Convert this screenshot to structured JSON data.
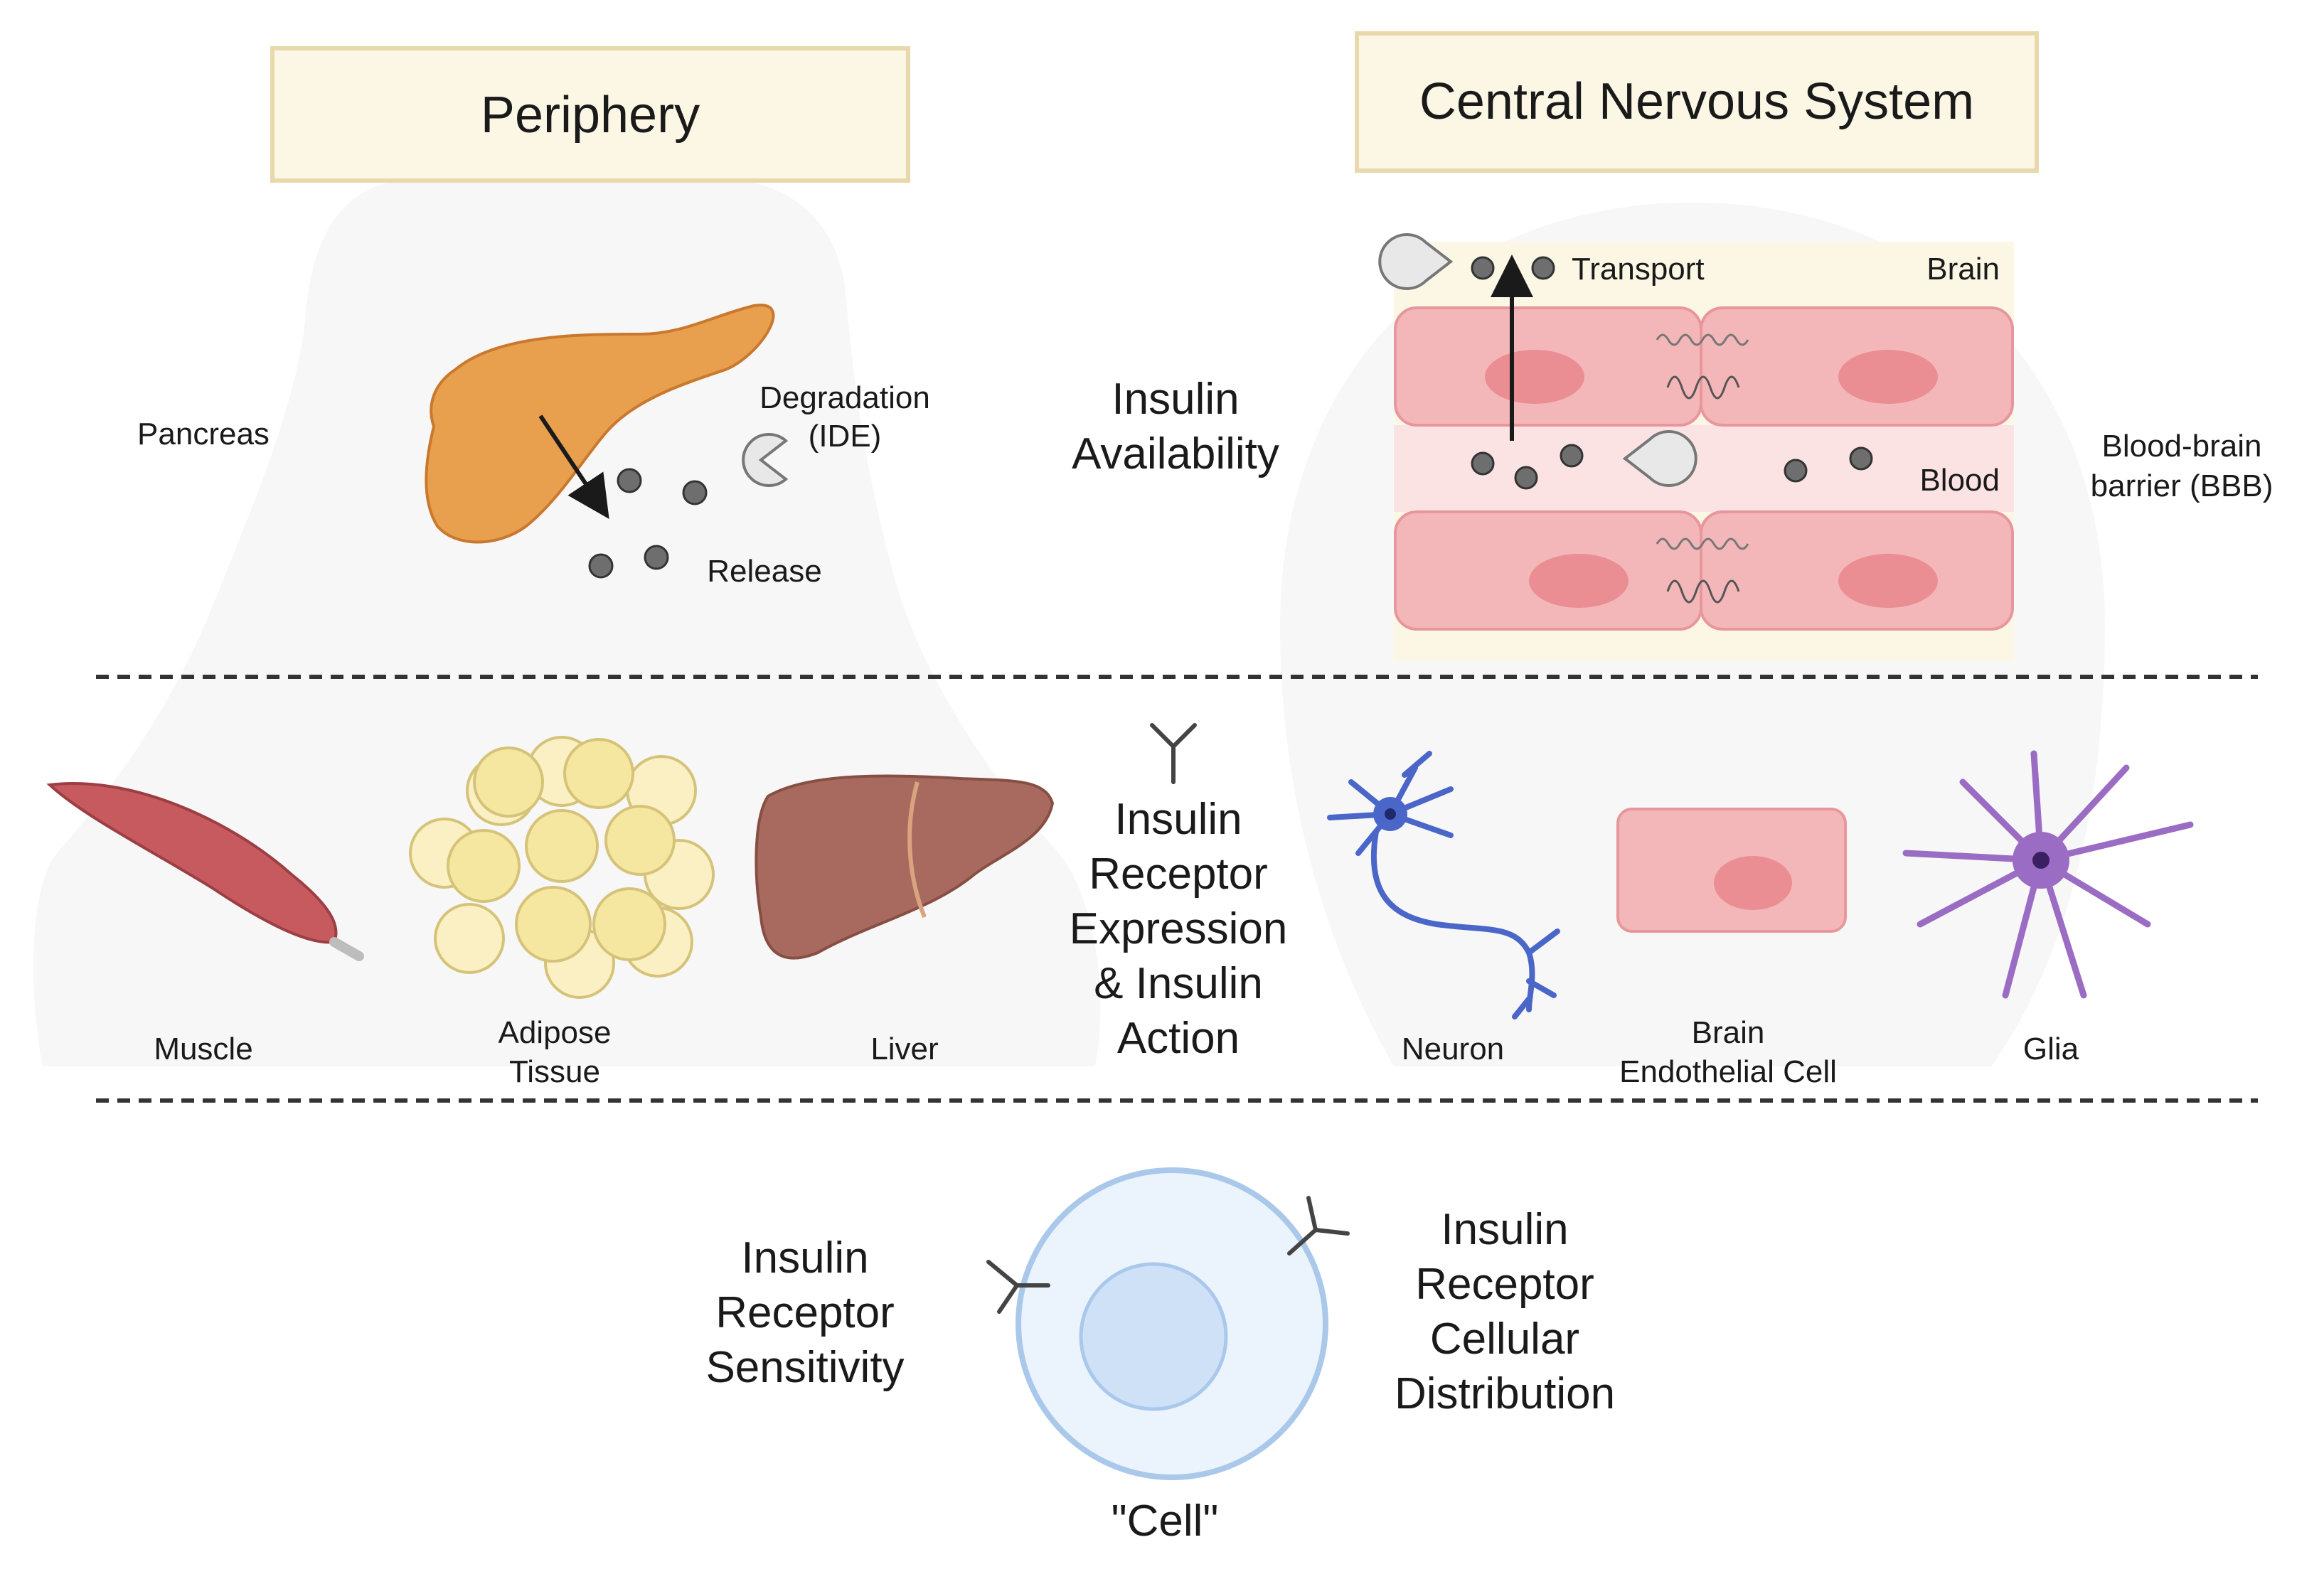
{
  "headers": {
    "periphery": "Periphery",
    "cns": "Central Nervous System"
  },
  "periphery": {
    "pancreas": "Pancreas",
    "degradation_line1": "Degradation",
    "degradation_line2": "(IDE)",
    "release": "Release"
  },
  "cns": {
    "transport": "Transport",
    "brain": "Brain",
    "blood": "Blood",
    "bbb_line1": "Blood-brain",
    "bbb_line2": "barrier (BBB)"
  },
  "center": {
    "availability_line1": "Insulin",
    "availability_line2": "Availability",
    "expression_line1": "Insulin",
    "expression_line2": "Receptor",
    "expression_line3": "Expression",
    "expression_line4": "& Insulin",
    "expression_line5": "Action"
  },
  "tissues": {
    "muscle": "Muscle",
    "adipose_line1": "Adipose",
    "adipose_line2": "Tissue",
    "liver": "Liver",
    "neuron": "Neuron",
    "endothelial_line1": "Brain",
    "endothelial_line2": "Endothelial Cell",
    "glia": "Glia"
  },
  "cell": {
    "sensitivity_line1": "Insulin",
    "sensitivity_line2": "Receptor",
    "sensitivity_line3": "Sensitivity",
    "distribution_line1": "Insulin",
    "distribution_line2": "Receptor",
    "distribution_line3": "Cellular",
    "distribution_line4": "Distribution",
    "cell_label": "\"Cell\""
  },
  "colors": {
    "header_fill": "#fbf7e4",
    "header_border": "#e8d9ac",
    "pancreas": "#e8a04e",
    "endothelial": "#f4b7b9",
    "nucleus": "#ea8e93",
    "muscle": "#c65a5e",
    "adipose": "#f6e7a0",
    "liver": "#a86a5e",
    "neuron": "#4a66c8",
    "glia": "#9a6cc4",
    "cell_membrane": "#a9c8ea",
    "cell_body": "#ebf4fc",
    "insulin": "#6e6e6e"
  },
  "icons": [
    "pancreas-icon",
    "ide-pacman-icon",
    "insulin-dot-icon",
    "insulin-receptor-icon",
    "muscle-icon",
    "adipose-icon",
    "liver-icon",
    "neuron-icon",
    "endothelial-cell-icon",
    "glia-icon",
    "cell-icon"
  ]
}
